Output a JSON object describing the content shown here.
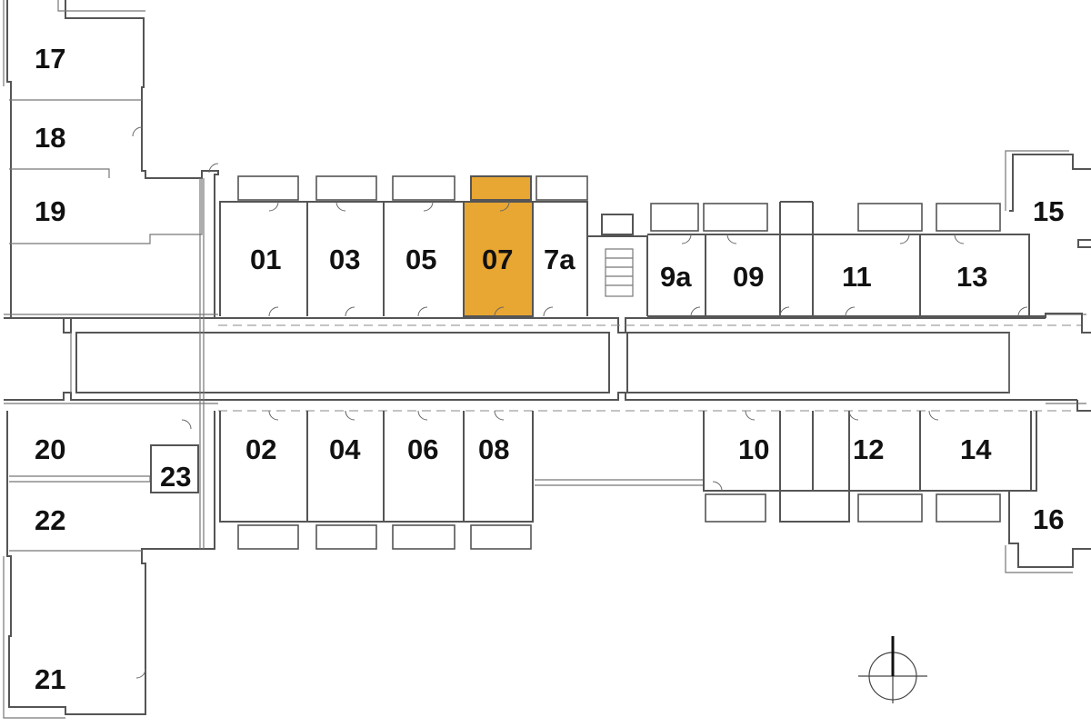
{
  "highlight_color": "#E8A632",
  "rooms": [
    {
      "id": "17",
      "label": "17",
      "highlighted": false
    },
    {
      "id": "18",
      "label": "18",
      "highlighted": false
    },
    {
      "id": "19",
      "label": "19",
      "highlighted": false
    },
    {
      "id": "01",
      "label": "01",
      "highlighted": false
    },
    {
      "id": "03",
      "label": "03",
      "highlighted": false
    },
    {
      "id": "05",
      "label": "05",
      "highlighted": false
    },
    {
      "id": "07",
      "label": "07",
      "highlighted": true
    },
    {
      "id": "7a",
      "label": "7a",
      "highlighted": false
    },
    {
      "id": "9a",
      "label": "9a",
      "highlighted": false
    },
    {
      "id": "09",
      "label": "09",
      "highlighted": false
    },
    {
      "id": "11",
      "label": "11",
      "highlighted": false
    },
    {
      "id": "13",
      "label": "13",
      "highlighted": false
    },
    {
      "id": "15",
      "label": "15",
      "highlighted": false
    },
    {
      "id": "20",
      "label": "20",
      "highlighted": false
    },
    {
      "id": "23",
      "label": "23",
      "highlighted": false
    },
    {
      "id": "02",
      "label": "02",
      "highlighted": false
    },
    {
      "id": "04",
      "label": "04",
      "highlighted": false
    },
    {
      "id": "06",
      "label": "06",
      "highlighted": false
    },
    {
      "id": "08",
      "label": "08",
      "highlighted": false
    },
    {
      "id": "10",
      "label": "10",
      "highlighted": false
    },
    {
      "id": "12",
      "label": "12",
      "highlighted": false
    },
    {
      "id": "14",
      "label": "14",
      "highlighted": false
    },
    {
      "id": "22",
      "label": "22",
      "highlighted": false
    },
    {
      "id": "16",
      "label": "16",
      "highlighted": false
    },
    {
      "id": "21",
      "label": "21",
      "highlighted": false
    }
  ],
  "compass_icon": "north-arrow-icon"
}
